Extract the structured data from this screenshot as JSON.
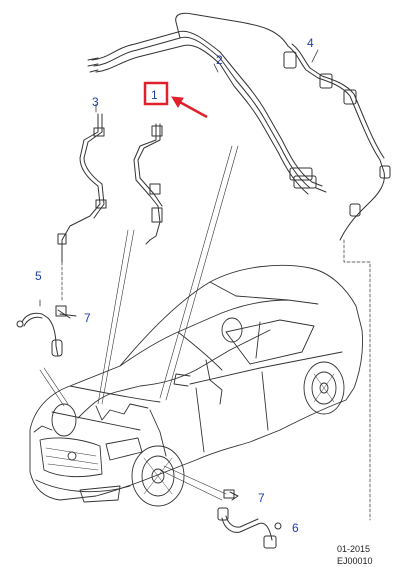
{
  "callouts": {
    "c1": "1",
    "c2": "2",
    "c3": "3",
    "c4": "4",
    "c5": "5",
    "c6": "6",
    "c7a": "7",
    "c7b": "7"
  },
  "footer": {
    "date": "01-2015",
    "reference": "EJ00010"
  },
  "colors": {
    "line": "#333333",
    "callout_text": "#1f3fa6",
    "highlight": "#e0202a"
  }
}
